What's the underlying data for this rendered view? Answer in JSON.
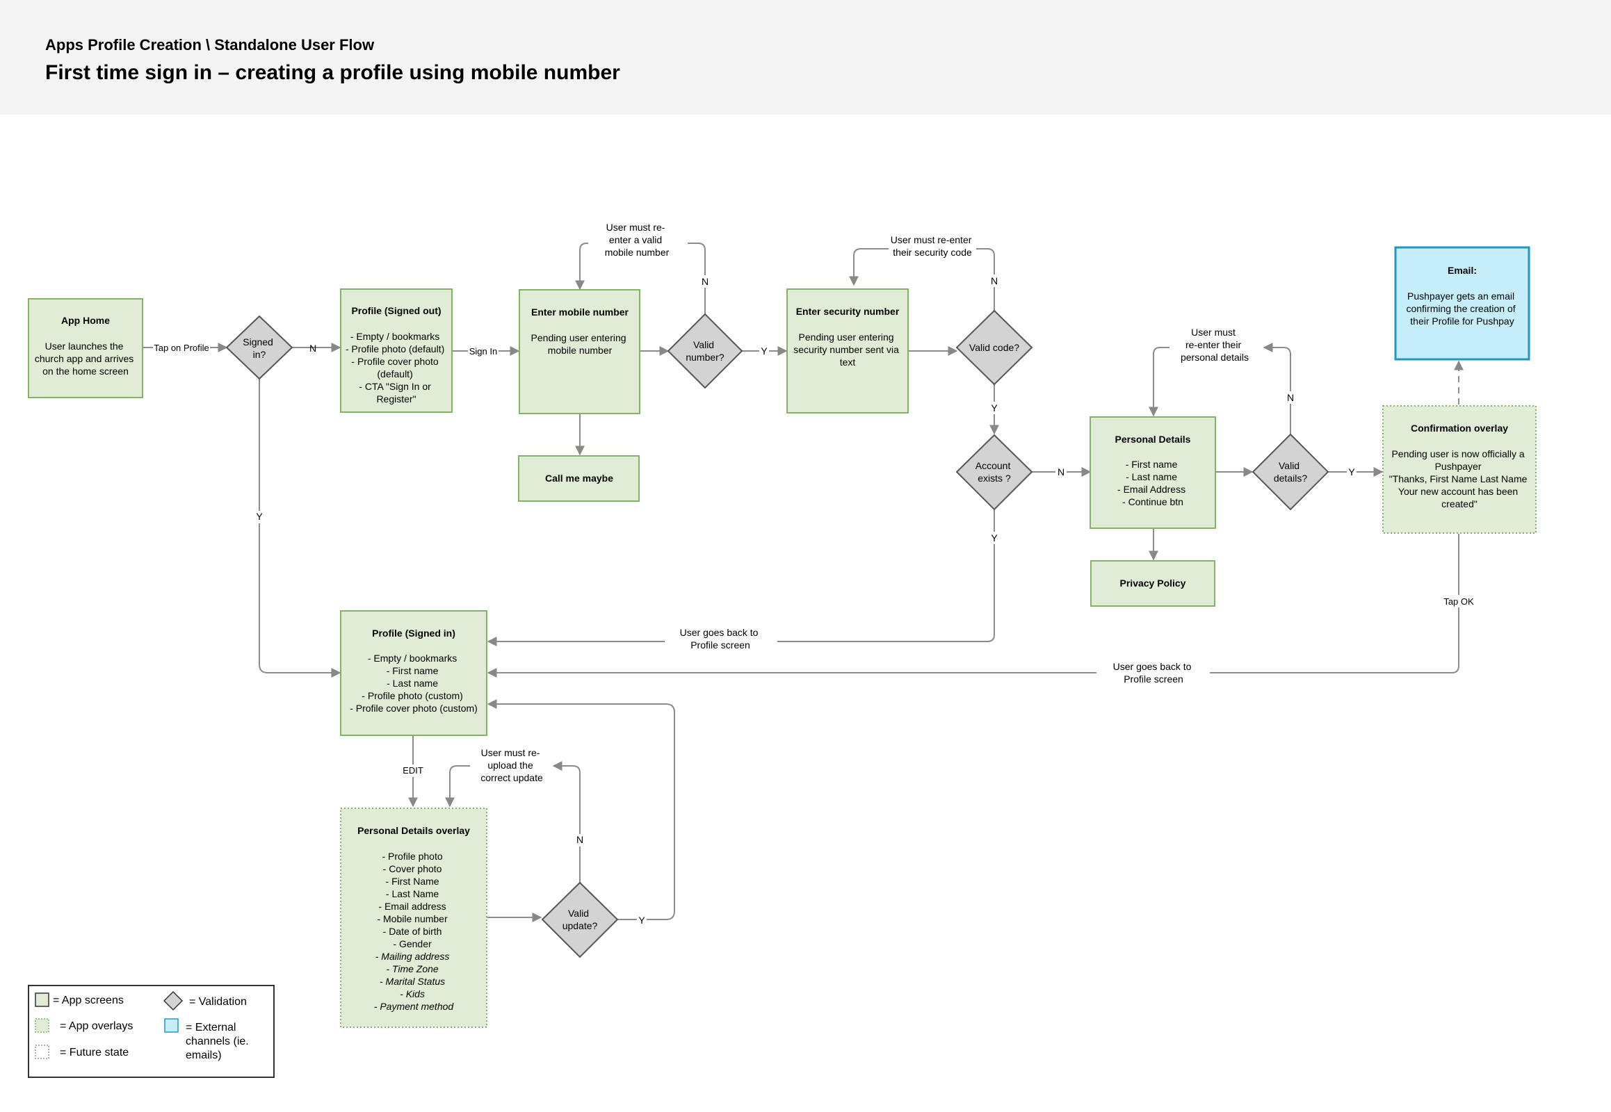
{
  "header": {
    "subtitle": "Apps Profile Creation \\ Standalone User Flow",
    "title": "First time sign in – creating a profile using mobile number"
  },
  "nodes": {
    "app_home": {
      "title": "App Home",
      "lines": [
        "User launches the",
        "church app and arrives",
        "on the home screen"
      ]
    },
    "signed_in": {
      "lines": [
        "Signed",
        "in?"
      ]
    },
    "profile_signed_out": {
      "title": "Profile (Signed out)",
      "lines": [
        "- Empty / bookmarks",
        "- Profile photo (default)",
        "- Profile cover photo",
        "(default)",
        "- CTA \"Sign In or",
        "Register\""
      ]
    },
    "enter_mobile": {
      "title": "Enter mobile number",
      "lines": [
        "Pending user entering",
        "mobile number"
      ]
    },
    "call_me_maybe": {
      "title": "Call me maybe"
    },
    "valid_number": {
      "lines": [
        "Valid",
        "number?"
      ]
    },
    "enter_security": {
      "title": "Enter security number",
      "lines": [
        "Pending user entering",
        "security number sent via",
        "text"
      ]
    },
    "valid_code": {
      "lines": [
        "Valid code?"
      ]
    },
    "account_exists": {
      "lines": [
        "Account",
        "exists ?"
      ]
    },
    "personal_details": {
      "title": "Personal Details",
      "lines": [
        "- First name",
        "- Last name",
        "- Email Address",
        "- Continue btn"
      ]
    },
    "privacy_policy": {
      "title": "Privacy Policy"
    },
    "valid_details": {
      "lines": [
        "Valid",
        "details?"
      ]
    },
    "confirmation_overlay": {
      "title": "Confirmation overlay",
      "lines": [
        "Pending user is now officially a",
        "Pushpayer",
        "",
        "\"Thanks, First Name Last Name",
        "Your new account has been",
        "created\""
      ]
    },
    "email": {
      "title": "Email:",
      "lines": [
        "Pushpayer gets an email",
        "confirming the creation of",
        "their Profile for Pushpay"
      ]
    },
    "profile_signed_in": {
      "title": "Profile (Signed in)",
      "lines": [
        "- Empty / bookmarks",
        "- First name",
        "- Last name",
        "- Profile photo (custom)",
        "- Profile cover photo (custom)"
      ]
    },
    "personal_details_overlay": {
      "title": "Personal Details overlay",
      "lines": [
        "- Profile photo",
        "- Cover photo",
        "- First Name",
        "- Last Name",
        "- Email address",
        "- Mobile number",
        "- Date of birth",
        "- Gender"
      ],
      "future_lines": [
        "- Mailing address",
        "- Time Zone",
        "- Marital Status",
        "- Kids",
        "- Payment method"
      ]
    },
    "valid_update": {
      "lines": [
        "Valid",
        "update?"
      ]
    }
  },
  "edge_labels": {
    "tap_on_profile": "Tap on Profile",
    "sign_in": "Sign In",
    "edit": "EDIT",
    "tap_ok": "Tap OK",
    "yes": "Y",
    "no": "N"
  },
  "notes": {
    "reenter_mobile": [
      "User must re-",
      "enter a valid",
      "mobile number"
    ],
    "reenter_code": [
      "User must re-enter",
      "their security code"
    ],
    "reenter_details": [
      "User must",
      "re-enter their",
      "personal details"
    ],
    "back_profile_1": [
      "User goes back to",
      "Profile screen"
    ],
    "back_profile_2": [
      "User goes back to",
      "Profile screen"
    ],
    "reupload": [
      "User must re-",
      "upload the",
      "correct update"
    ]
  },
  "legend": {
    "app_screens": "= App screens",
    "validation": "= Validation",
    "app_overlays": "= App overlays",
    "external": [
      "= External",
      "channels (ie.",
      "emails)"
    ],
    "future_state": "= Future state"
  },
  "colors": {
    "screen_fill": "#e0ecd6",
    "screen_stroke": "#82b366",
    "diamond_fill": "#d3d3d3",
    "diamond_stroke": "#555555",
    "external_fill": "#c5eef8",
    "external_stroke": "#2196c4",
    "connector": "#888888",
    "header_bg": "#f4f4f4"
  }
}
